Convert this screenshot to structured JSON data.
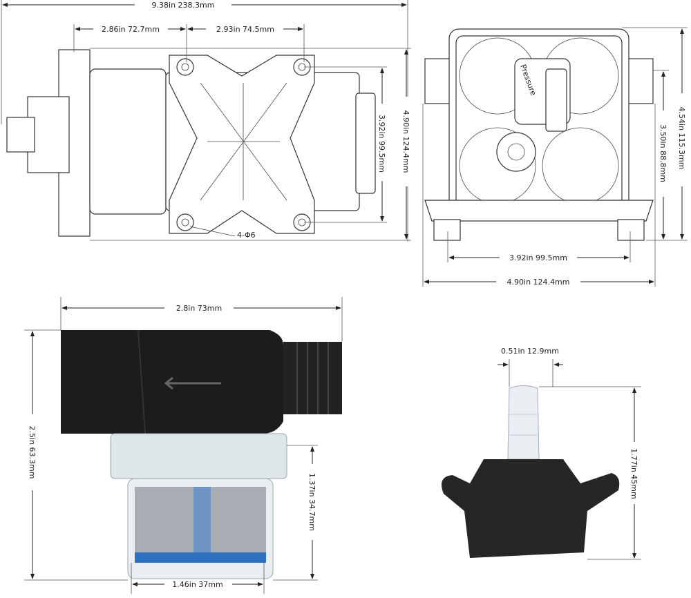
{
  "pump_side_view": {
    "overall_length": "9.38in   238.3mm",
    "left_spacing": "2.86in   72.7mm",
    "right_spacing": "2.93in   74.5mm",
    "mount_height": "3.92in   99.5mm",
    "overall_height": "4.90in   124.4mm",
    "hole_note": "4-Φ6"
  },
  "pump_front_view": {
    "label": "Pressure",
    "overall_height": "4.54in   115.3mm",
    "port_height": "3.50in   88.8mm",
    "mount_width": "3.92in   99.5mm",
    "overall_width": "4.90in   124.4mm"
  },
  "strainer": {
    "width": "2.8in   73mm",
    "height": "2.5in   63.3mm",
    "bowl_height": "1.37in   34.7mm",
    "bowl_width": "1.46in   37mm"
  },
  "hose_barb": {
    "barb_diameter": "0.51in   12.9mm",
    "height": "1.77in   45mm"
  },
  "colors": {
    "filter_body": "#1c1c1c",
    "mesh_ring": "#2f6fc0",
    "barb": "#e8eef2"
  }
}
